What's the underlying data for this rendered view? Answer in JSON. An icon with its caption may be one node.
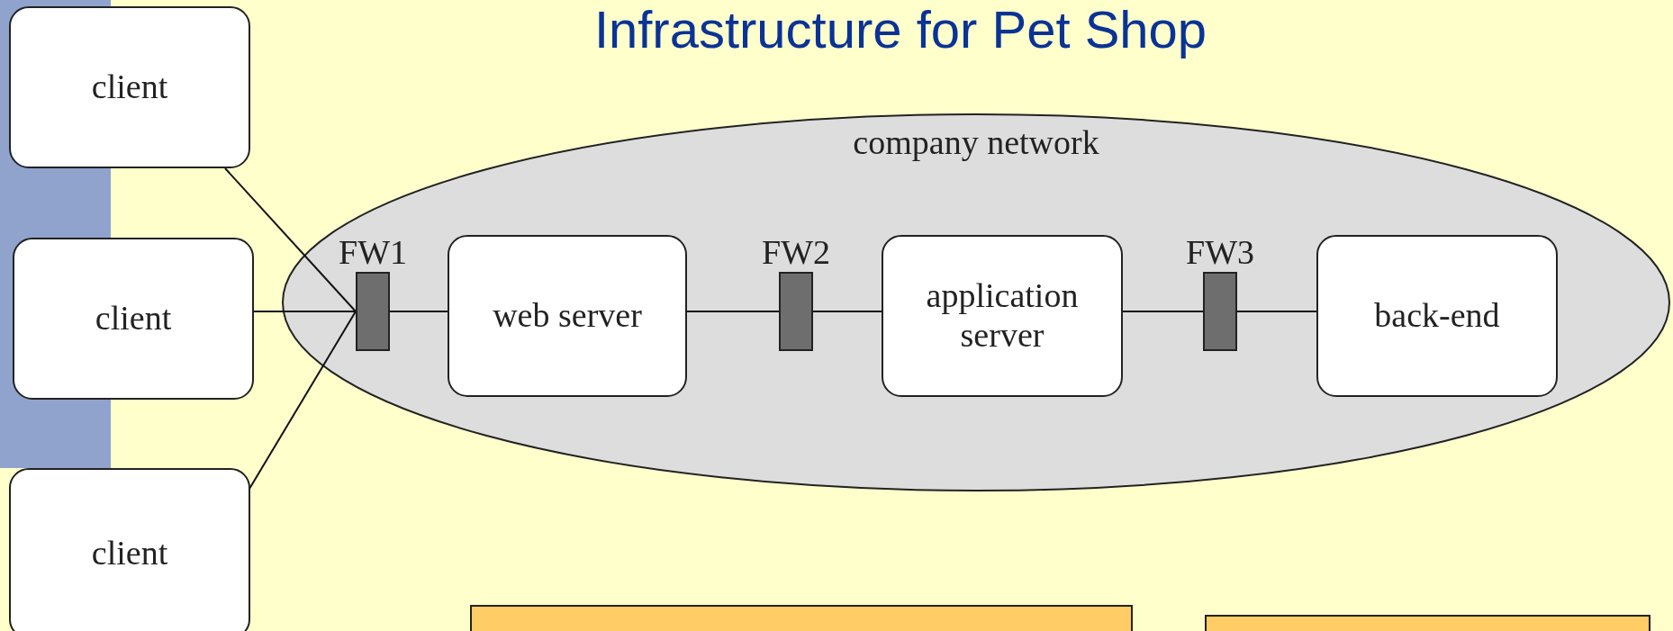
{
  "diagram": {
    "title": "Infrastructure for Pet Shop",
    "nodes": [
      {
        "text": [
          "client"
        ]
      },
      {
        "text": [
          "client"
        ]
      },
      {
        "text": [
          "client"
        ]
      },
      {
        "text": [
          "company network"
        ]
      },
      {
        "text": [
          "FW1"
        ],
        "in": 3
      },
      {
        "text": [
          "web server"
        ],
        "in": 3
      },
      {
        "text": [
          "FW2"
        ],
        "in": 3
      },
      {
        "text": [
          "application server"
        ],
        "in": 3
      },
      {
        "text": [
          "FW3"
        ],
        "in": 3
      },
      {
        "text": [
          "back-end"
        ],
        "in": 3
      },
      {
        "text": [],
        "shape": "box"
      },
      {
        "text": [],
        "shape": "box"
      }
    ],
    "edges": [
      {
        "from": 0,
        "to": 4,
        "arrow": "none"
      },
      {
        "from": 1,
        "to": 4,
        "arrow": "none"
      },
      {
        "from": 2,
        "to": 4,
        "arrow": "none"
      },
      {
        "from": 4,
        "to": 5,
        "arrow": "none"
      },
      {
        "from": 5,
        "to": 6,
        "arrow": "none"
      },
      {
        "from": 6,
        "to": 7,
        "arrow": "none"
      },
      {
        "from": 7,
        "to": 8,
        "arrow": "none"
      },
      {
        "from": 8,
        "to": 9,
        "arrow": "none"
      }
    ]
  }
}
